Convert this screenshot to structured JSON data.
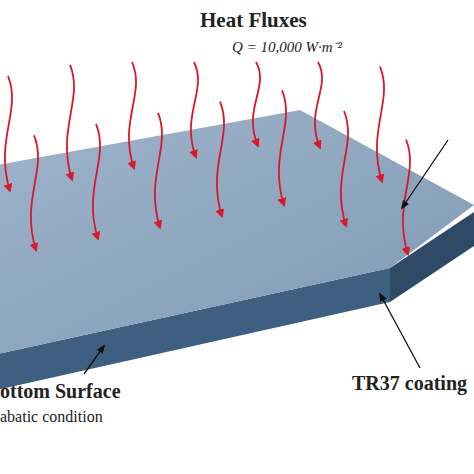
{
  "diagram": {
    "labels": [
      "Heat Fluxes",
      "Q = 10,000 W·m⁻²",
      "ottom Surface",
      "abatic condition",
      "TR37 coating"
    ]
  }
}
